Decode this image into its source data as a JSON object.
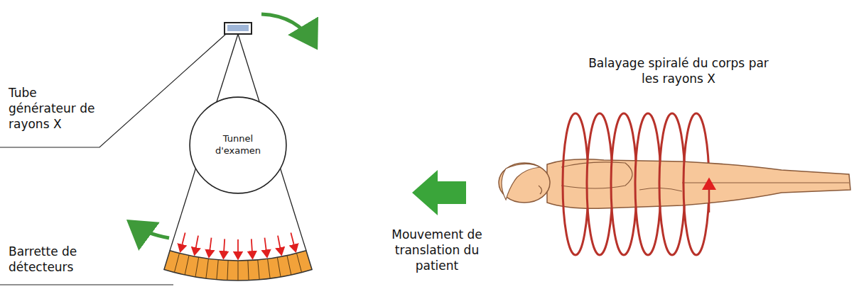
{
  "diagram": {
    "nodes": [
      {
        "text": [
          "Tunnel d'examen"
        ]
      }
    ],
    "labels": [
      "Tube générateur de rayons X",
      "Barrette de détecteurs",
      "Balayage spiralé du corps par les rayons X",
      "Mouvement de translation du patient"
    ]
  }
}
